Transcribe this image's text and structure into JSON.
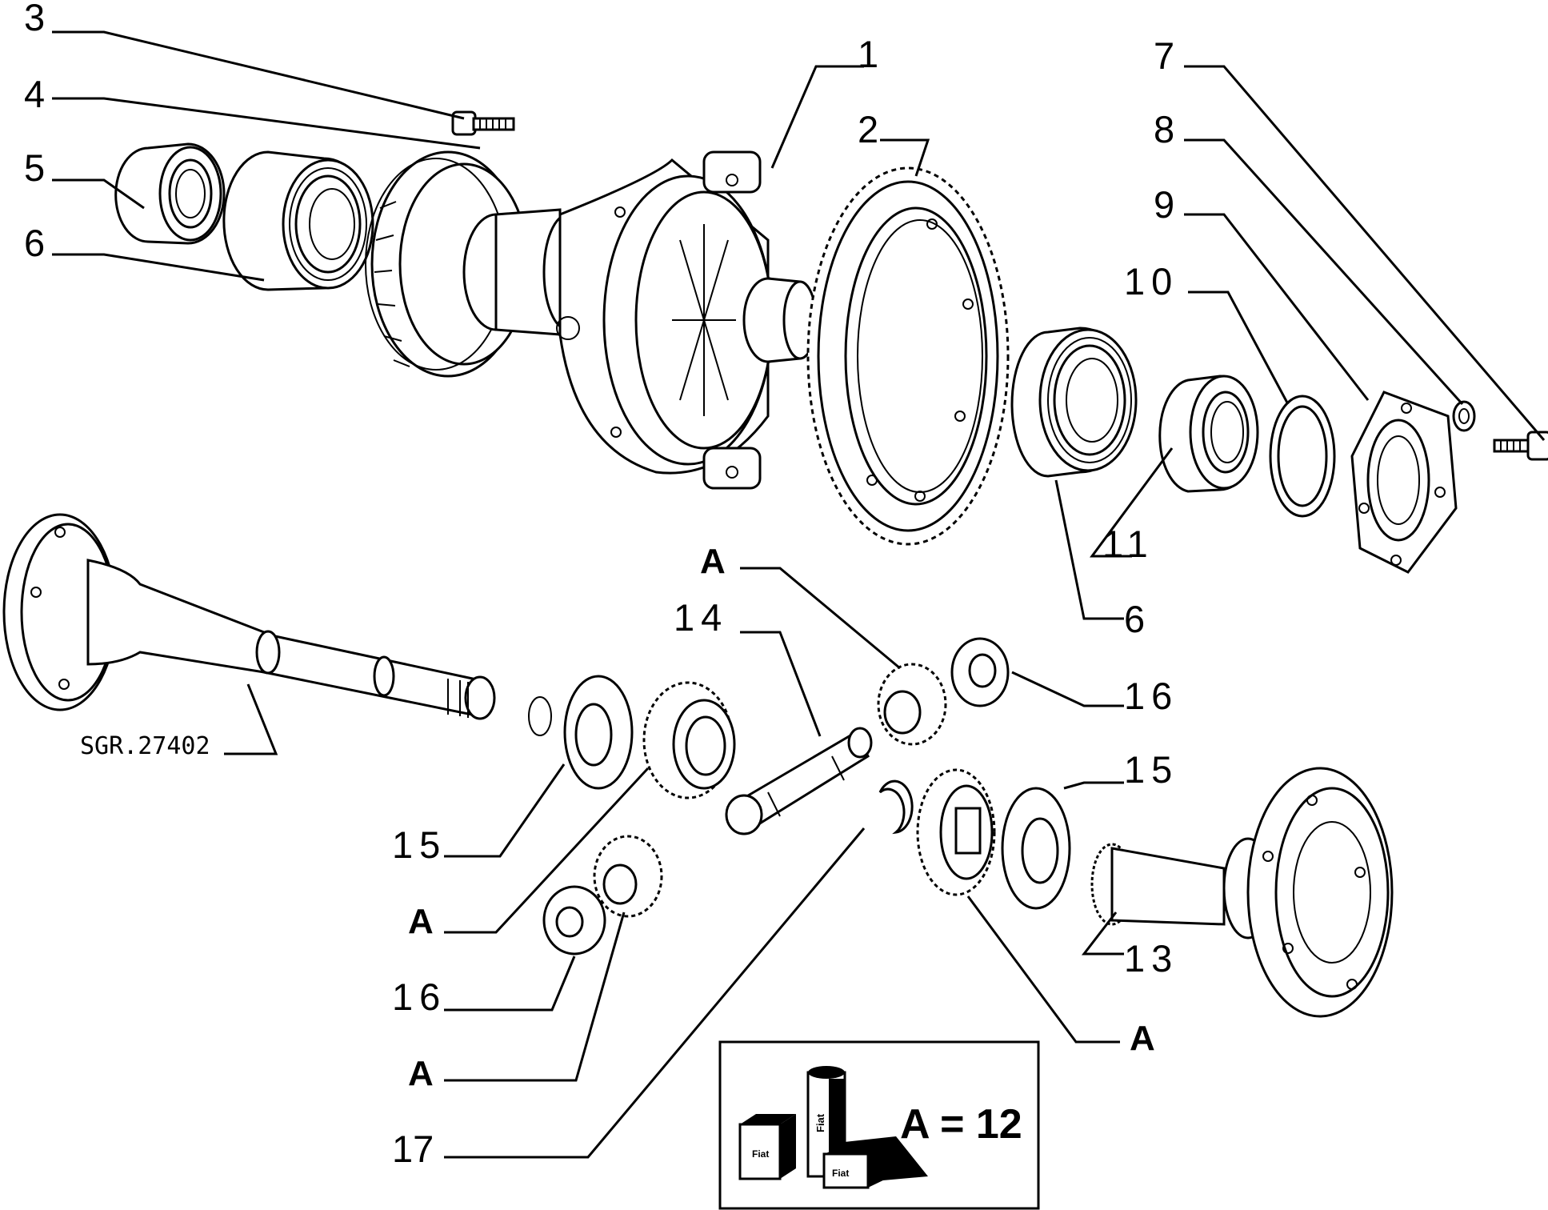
{
  "callouts": {
    "c1": "1",
    "c2": "2",
    "c3": "3",
    "c4": "4",
    "c5": "5",
    "c6a": "6",
    "c6b": "6",
    "c7": "7",
    "c8": "8",
    "c9": "9",
    "c10": "10",
    "c11": "11",
    "c13": "13",
    "c14": "14",
    "c15a": "15",
    "c15b": "15",
    "c16a": "16",
    "c16b": "16",
    "c17": "17",
    "a1": "A",
    "a2": "A",
    "a3": "A",
    "a4": "A"
  },
  "reference_code": "SGR.27402",
  "legend": {
    "text": "A = 12",
    "box_labels": [
      "Fiat",
      "Fiat",
      "Fiat"
    ]
  }
}
